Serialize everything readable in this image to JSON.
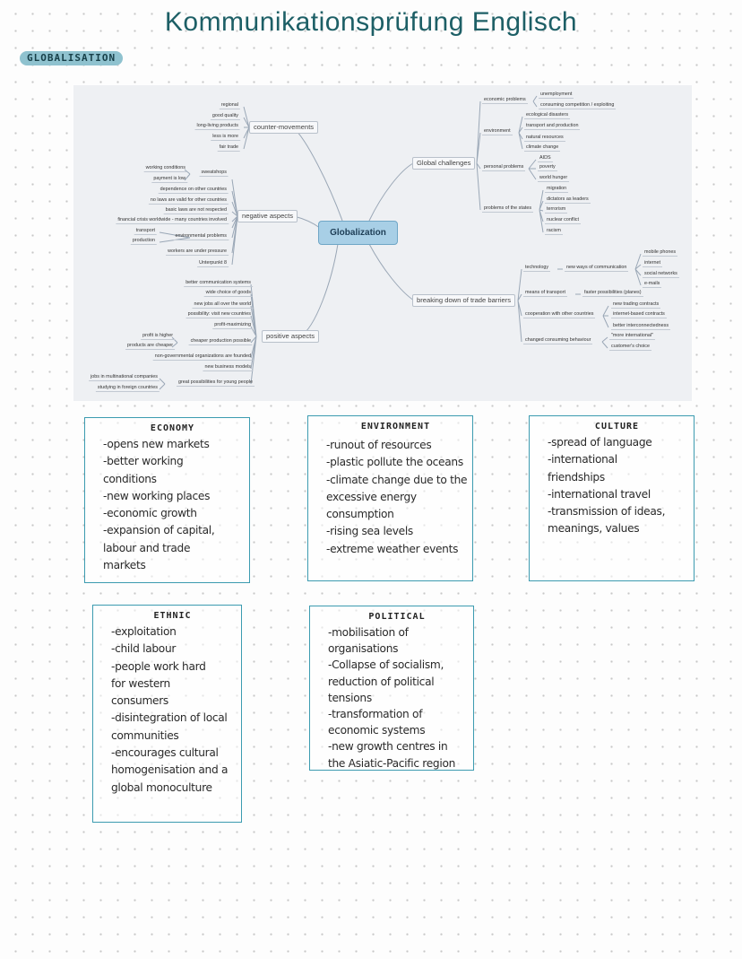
{
  "page": {
    "title": "Kommunikationsprüfung Englisch",
    "tag": "GLOBALISATION"
  },
  "mindmap": {
    "center": "Globalization",
    "counter_movements": {
      "label": "counter-movements",
      "items": [
        "regional",
        "good quality",
        "long-living products",
        "less is more",
        "fair trade"
      ]
    },
    "negative_aspects": {
      "label": "negative aspects",
      "items": [
        "sweatshops",
        "working conditions",
        "payment is low",
        "dependence on other countries",
        "no laws are valid for other countries",
        "basic laws are not respected",
        "financial crisis worldwide - many countries involved",
        "environmental problems",
        "transport",
        "production",
        "workers are under pressure",
        "Unterpunkt 8"
      ]
    },
    "positive_aspects": {
      "label": "positive aspects",
      "items": [
        "better communication systems",
        "wide choice of goods",
        "new jobs all over the world",
        "possibility: visit new countries",
        "profit-maximizing",
        "cheaper production possible",
        "profit is higher",
        "products are cheaper",
        "non-governmental organizations are founded",
        "new business models",
        "great possibilities for young people",
        "jobs in multinational companies",
        "studying in foreign countries"
      ]
    },
    "global_challenges": {
      "label": "Global challenges",
      "items": [
        "economic problems",
        "unemployment",
        "consuming competition / exploiting",
        "environment",
        "ecological disasters",
        "transport and production",
        "natural resources",
        "climate change",
        "personal problems",
        "AIDS",
        "poverty",
        "world hunger",
        "problems of the states",
        "migration",
        "dictators as leaders",
        "terrorism",
        "nuclear conflict",
        "racism"
      ]
    },
    "trade_barriers": {
      "label": "breaking down of trade barriers",
      "items": [
        "technology",
        "new ways of communication",
        "mobile phones",
        "internet",
        "social networks",
        "e-mails",
        "means of transport",
        "faster possibilities (planes)",
        "cooperation with other countries",
        "new trading contracts",
        "internet-based contracts",
        "better interconnectedness",
        "changed consuming behaviour",
        "\"more international\"",
        "customer's choice"
      ]
    }
  },
  "notes": {
    "economy": {
      "title": "ECONOMY",
      "lines": [
        "-opens new markets",
        "-better working",
        "conditions",
        "-new working places",
        "-economic growth",
        "-expansion of capital,",
        "labour and trade",
        "markets"
      ]
    },
    "environment": {
      "title": "ENVIRONMENT",
      "lines": [
        "-runout of resources",
        "-plastic pollute the oceans",
        "-climate change due to the",
        "excessive energy",
        "consumption",
        "-rising sea levels",
        "-extreme weather events"
      ]
    },
    "culture": {
      "title": "CULTURE",
      "lines": [
        "-spread of language",
        "-international",
        "friendships",
        "-international travel",
        "-transmission of ideas,",
        "meanings, values"
      ]
    },
    "ethnic": {
      "title": "ETHNIC",
      "lines": [
        "-exploitation",
        "-child labour",
        "-people work hard",
        "for western",
        "consumers",
        "-disintegration of local",
        "communities",
        "-encourages cultural",
        "homogenisation and a",
        "global monoculture"
      ]
    },
    "political": {
      "title": "POLITICAL",
      "lines": [
        "-mobilisation of",
        "organisations",
        "-Collapse of socialism,",
        "reduction of political",
        "tensions",
        "-transformation of",
        "economic systems",
        "-new growth centres in",
        "the Asiatic-Pacific region"
      ]
    }
  }
}
